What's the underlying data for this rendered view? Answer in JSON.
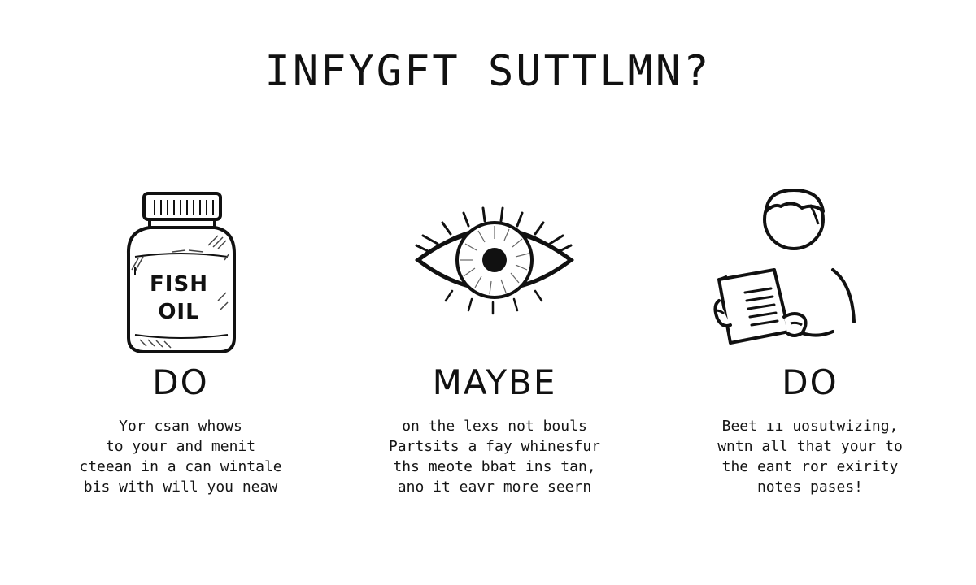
{
  "title": "INFYGFT SUTTLMN?",
  "columns": [
    {
      "icon": "fish-oil-bottle-icon",
      "label_lines": [
        "FISH",
        "OIL"
      ],
      "verdict": "DO",
      "description_lines": [
        "Yor csan whows",
        "to your and menit",
        "cteean in a can wintale",
        "bis with will you neaw"
      ]
    },
    {
      "icon": "eye-icon",
      "verdict": "MAYBE",
      "description_lines": [
        "on the lexs not bouls",
        "Partsits a fay whinesfur",
        "ths meote bbat ins tan,",
        "ano it eavr more seern"
      ]
    },
    {
      "icon": "person-reading-icon",
      "verdict": "DO",
      "description_lines": [
        "Beet ıı uosutwizing,",
        "wntn all that your to",
        "the eant ror exirity",
        "notes pases!"
      ]
    }
  ],
  "colors": {
    "ink": "#111111",
    "background": "#ffffff"
  }
}
